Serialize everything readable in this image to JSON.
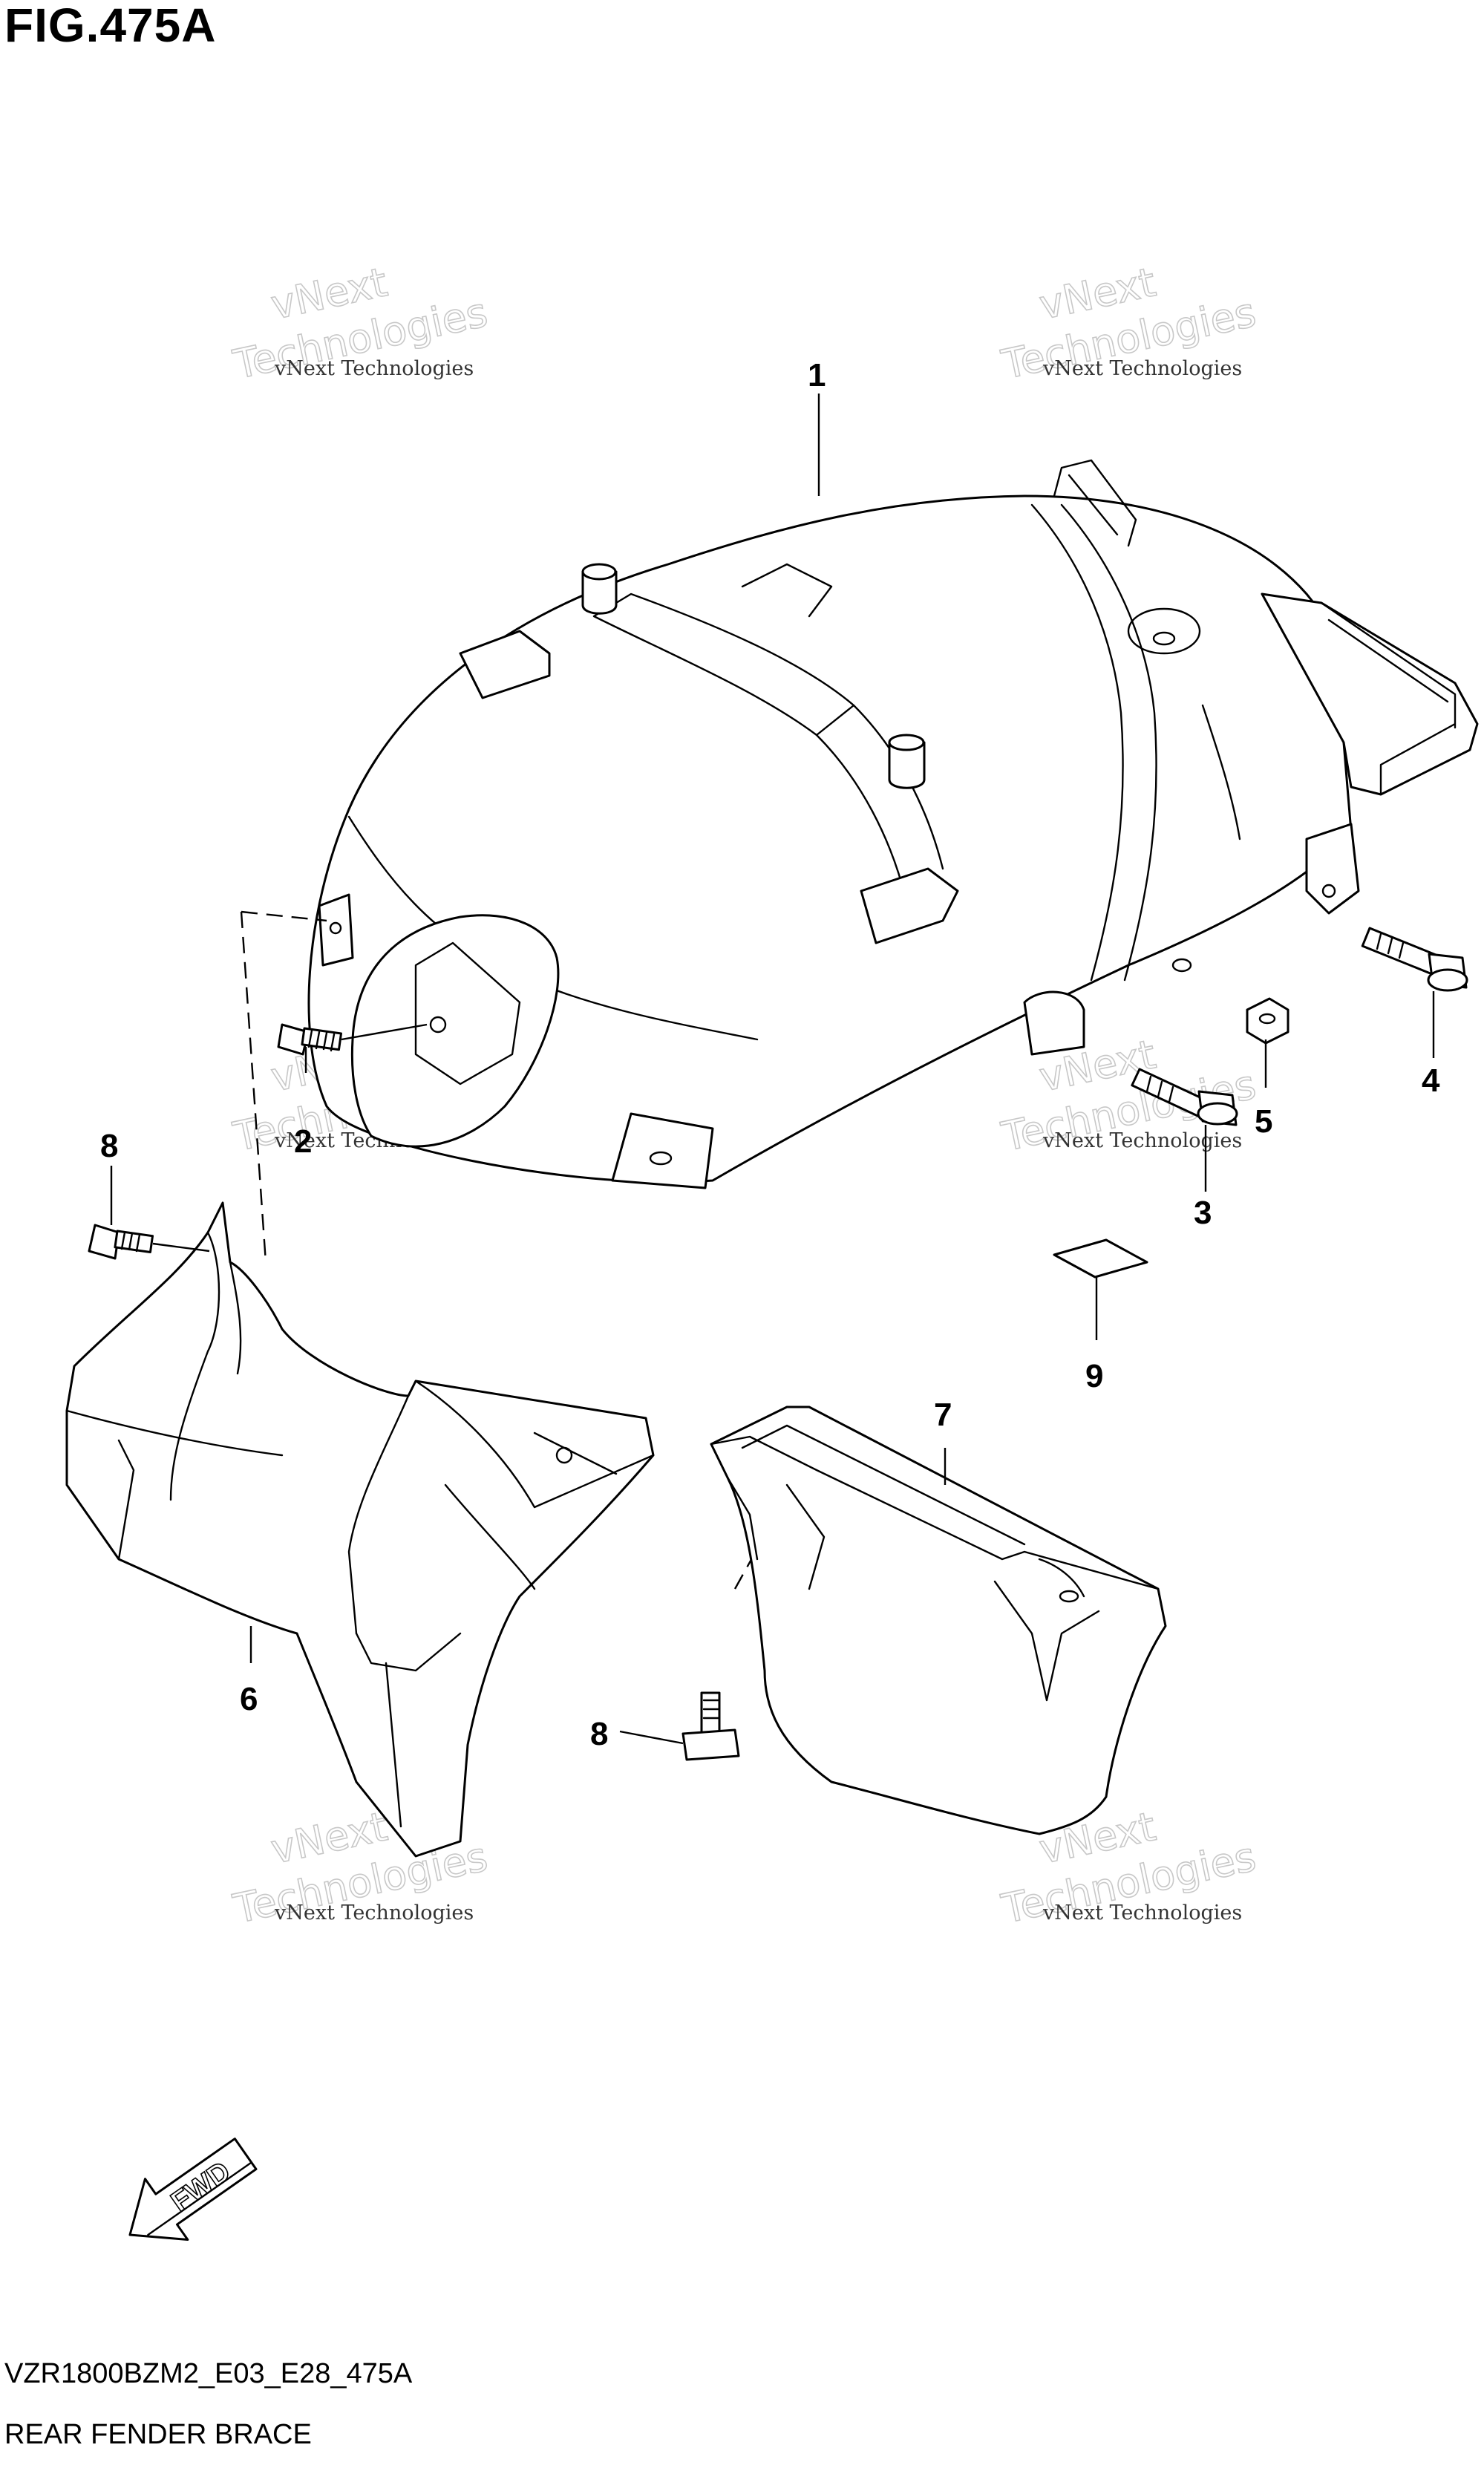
{
  "figure": {
    "title": "FIG.475A",
    "code": "VZR1800BZM2_E03_E28_475A",
    "name": "REAR FENDER BRACE"
  },
  "callouts": [
    "1",
    "2",
    "3",
    "4",
    "5",
    "6",
    "7",
    "8",
    "8",
    "9"
  ],
  "direction_badge": "FWD",
  "watermark": {
    "line": "vNext Technologies",
    "brand_top": "vNext",
    "brand_bottom": "Technologies"
  },
  "colors": {
    "ink": "#000000",
    "watermark": "#c8c8c8",
    "background": "#ffffff"
  }
}
